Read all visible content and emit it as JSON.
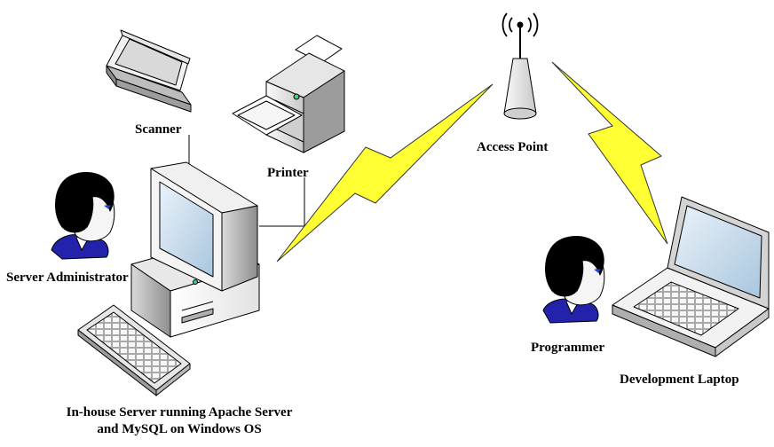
{
  "labels": {
    "scanner": "Scanner",
    "printer": "Printer",
    "access_point": "Access Point",
    "server_admin": "Server Administrator",
    "programmer": "Programmer",
    "dev_laptop": "Development Laptop",
    "server_line1": "In-house Server running Apache Server",
    "server_line2": "and MySQL on Windows OS"
  },
  "icons": {
    "scanner": "scanner-icon",
    "printer": "printer-icon",
    "access_point": "wireless-access-point-icon",
    "server": "desktop-computer-icon",
    "keyboard": "keyboard-icon",
    "admin": "person-icon",
    "programmer": "person-icon",
    "laptop": "laptop-icon",
    "wireless_link": "lightning-bolt-icon"
  },
  "colors": {
    "bolt": "#FFFF33",
    "device_light": "#F4F4F4",
    "device_mid": "#D6D6D6",
    "device_dark": "#9A9A9A",
    "screen": "#C9DDEE",
    "hair": "#000000",
    "shirt": "#1A1AB0"
  }
}
